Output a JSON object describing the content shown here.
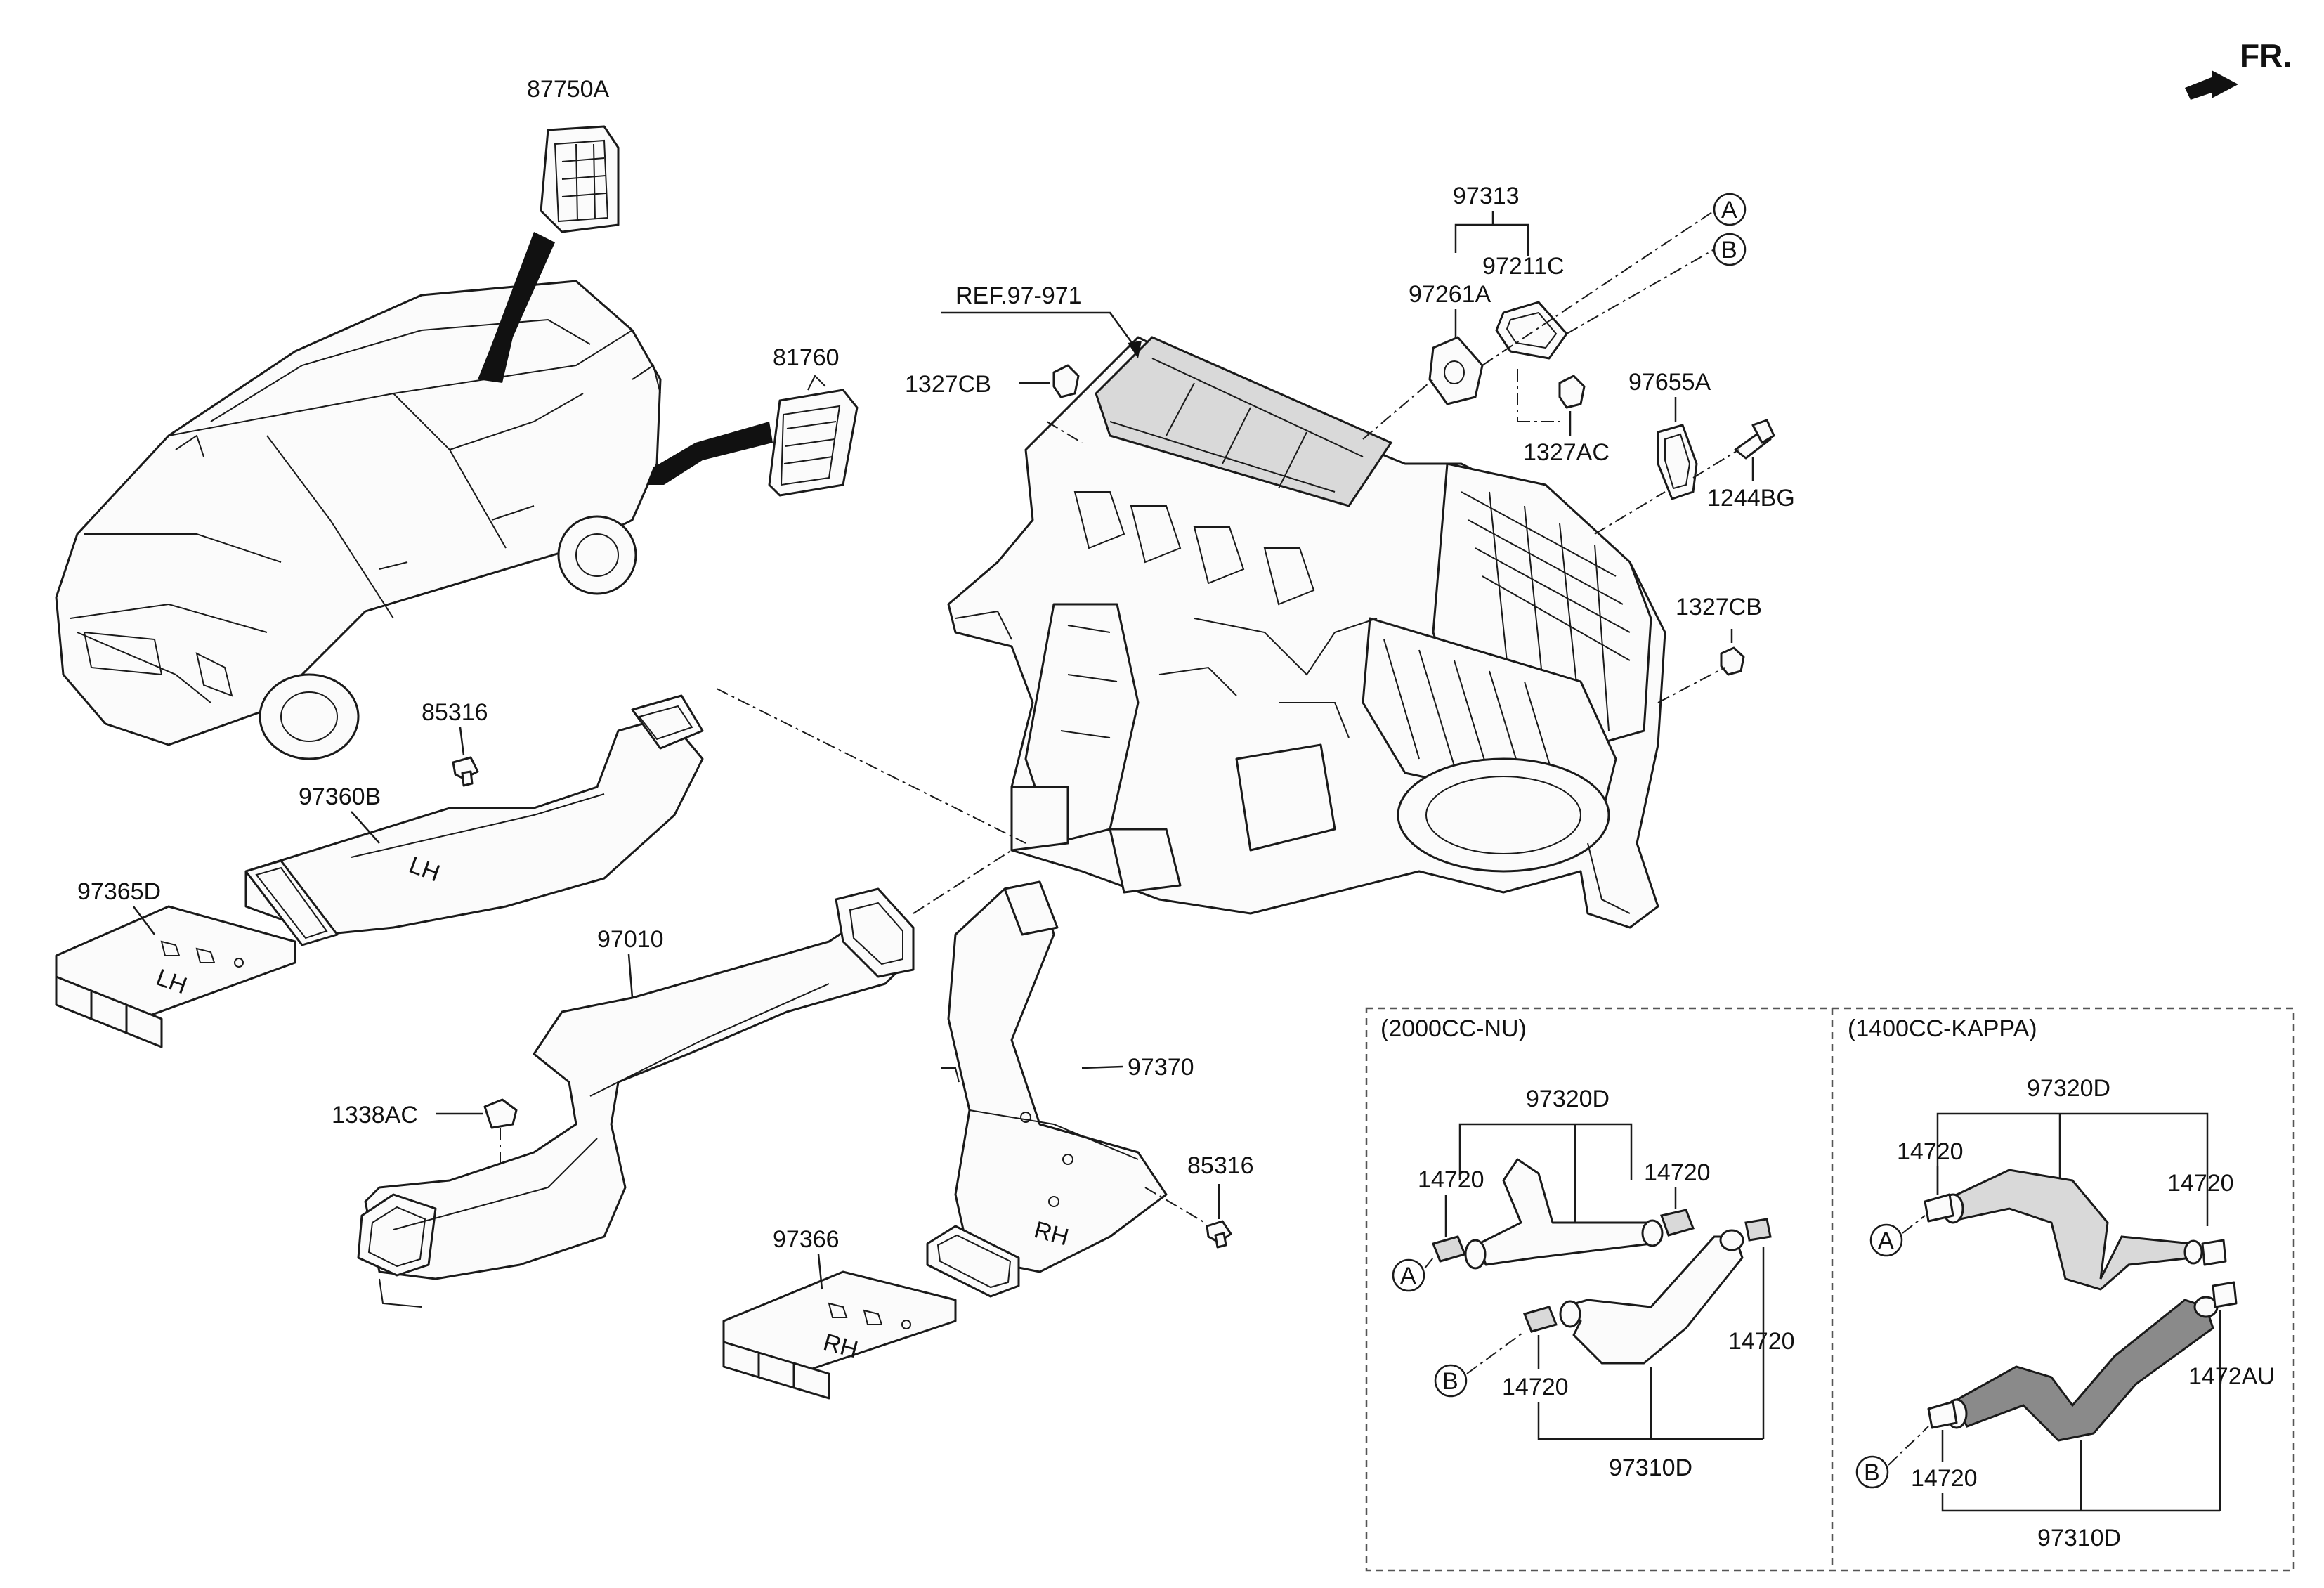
{
  "direction_label": "FR.",
  "reference_label": "REF.97-971",
  "part_labels": {
    "p87750A": "87750A",
    "p81760": "81760",
    "p1327CB_top": "1327CB",
    "p97313": "97313",
    "p97211C": "97211C",
    "p97261A": "97261A",
    "p1327AC": "1327AC",
    "p97655A": "97655A",
    "p1244BG": "1244BG",
    "p1327CB_right": "1327CB",
    "p85316_left": "85316",
    "p97360B": "97360B",
    "p97365D": "97365D",
    "p97010": "97010",
    "p1338AC": "1338AC",
    "p97370": "97370",
    "p85316_right": "85316",
    "p97366": "97366"
  },
  "callouts": {
    "A": "A",
    "B": "B"
  },
  "duct_markings": {
    "lh_upper": "LH",
    "lh_lower": "LH",
    "rh_upper": "RH",
    "rh_lower": "RH"
  },
  "panel_2000": {
    "title": "(2000CC-NU)",
    "upper_hose": "97320D",
    "clamp_left": "14720",
    "clamp_right": "14720",
    "clamp_lower_right": "14720",
    "clamp_lower_left": "14720",
    "lower_hose": "97310D",
    "callout_a": "A",
    "callout_b": "B"
  },
  "panel_1400": {
    "title": "(1400CC-KAPPA)",
    "upper_hose": "97320D",
    "clamp_left": "14720",
    "clamp_right": "14720",
    "clamp_lower": "14720",
    "clamp_lower_right": "1472AU",
    "lower_hose": "97310D",
    "callout_a": "A",
    "callout_b": "B"
  }
}
